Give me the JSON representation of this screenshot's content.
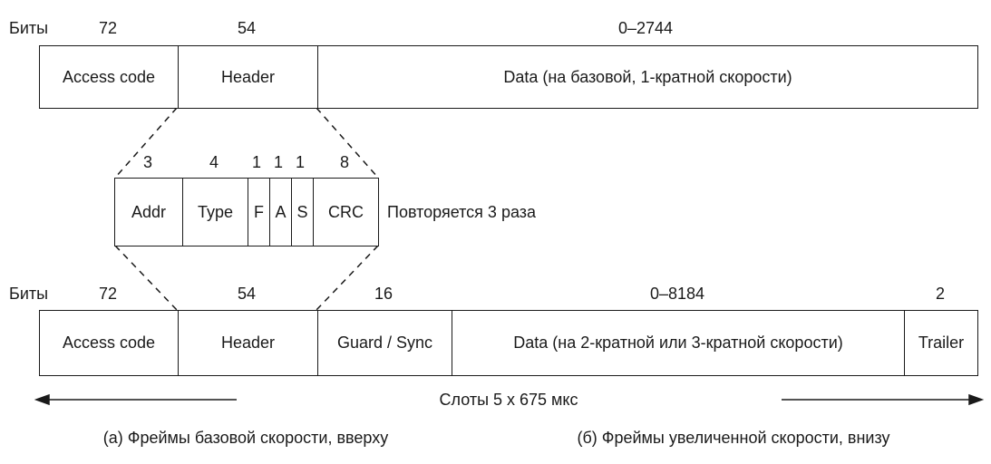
{
  "top": {
    "bits_label": "Биты",
    "bit_counts": [
      "72",
      "54",
      "0–2744"
    ],
    "fields": [
      "Access code",
      "Header",
      "Data (на базовой, 1-кратной скорости)"
    ]
  },
  "header_detail": {
    "bit_counts": [
      "3",
      "4",
      "1",
      "1",
      "1",
      "8"
    ],
    "fields": [
      "Addr",
      "Type",
      "F",
      "A",
      "S",
      "CRC"
    ],
    "note": "Повторяется 3 раза"
  },
  "bottom": {
    "bits_label": "Биты",
    "bit_counts": [
      "72",
      "54",
      "16",
      "0–8184",
      "2"
    ],
    "fields": [
      "Access code",
      "Header",
      "Guard / Sync",
      "Data (на 2-кратной или 3-кратной скорости)",
      "Trailer"
    ]
  },
  "slots_label": "Слоты 5 x 675 мкс",
  "caption_a": "(а) Фреймы базовой скорости, вверху",
  "caption_b": "(б) Фреймы увеличенной скорости, внизу"
}
